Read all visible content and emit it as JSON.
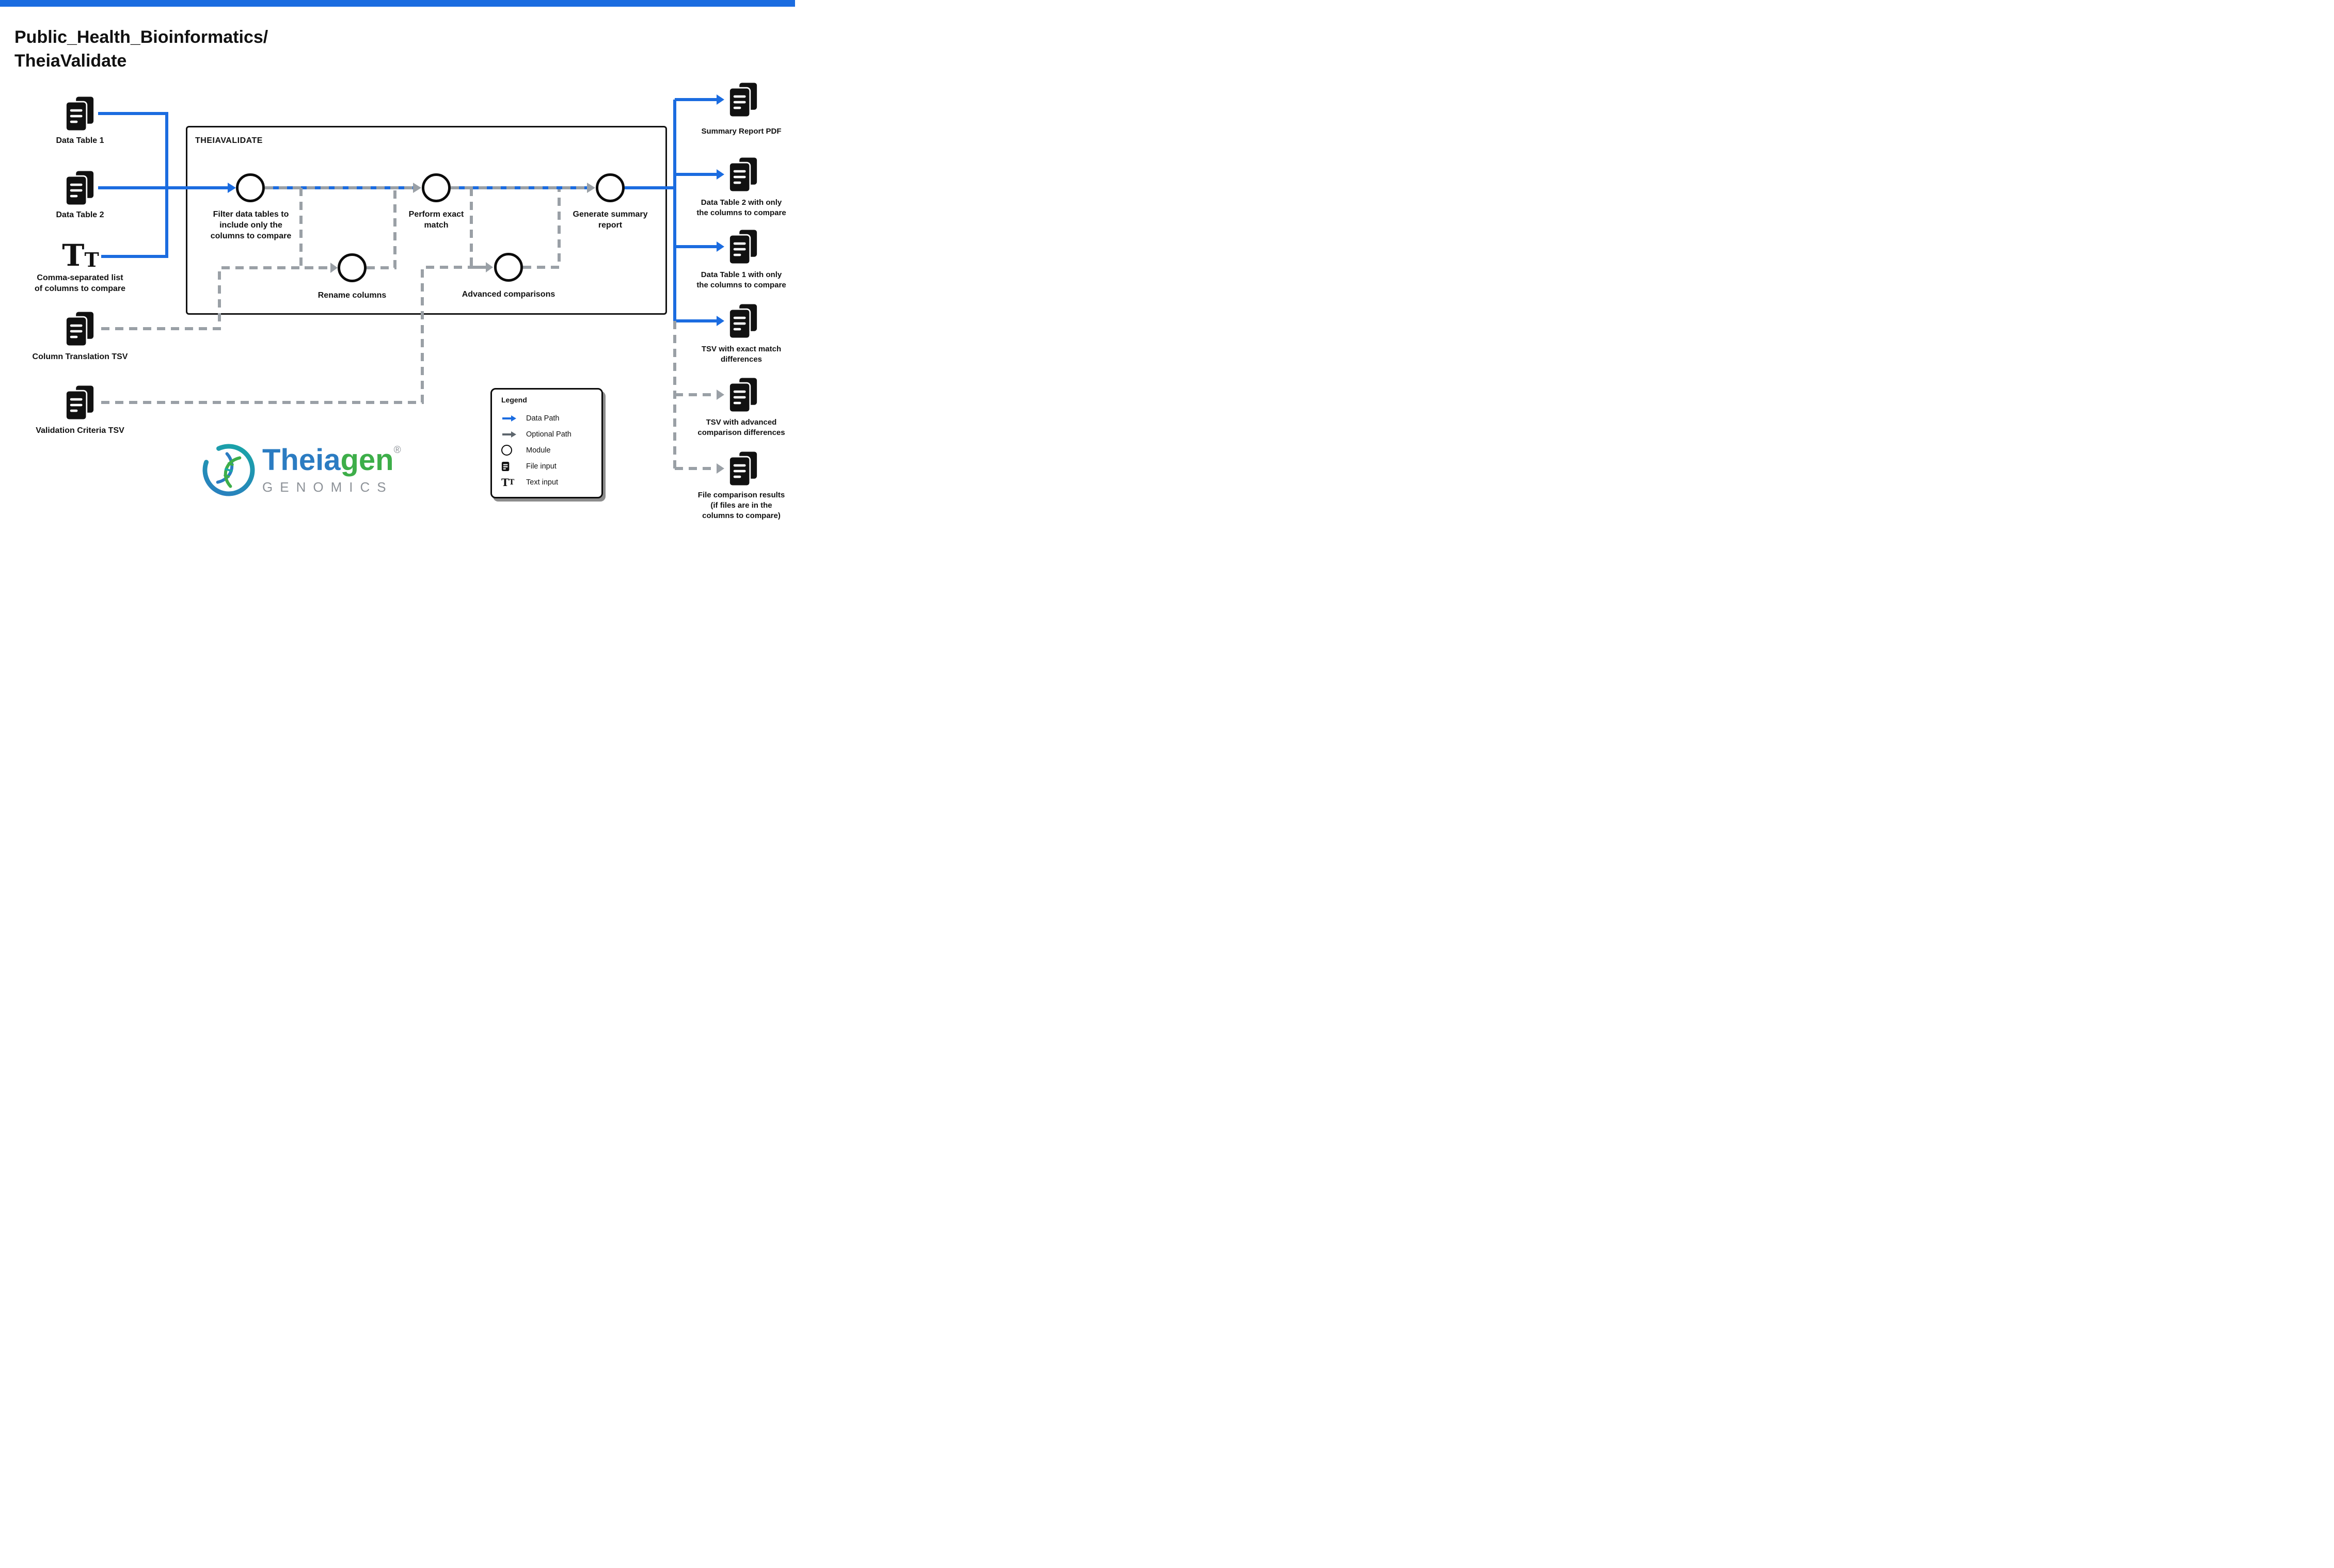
{
  "header": {
    "title": "Public_Health_Bioinformatics/\nTheiaValidate"
  },
  "workflow": {
    "box_label": "THEIAVALIDATE"
  },
  "inputs": [
    {
      "label": "Data Table 1"
    },
    {
      "label": "Data Table 2"
    },
    {
      "label": "Comma-separated list\nof columns to compare"
    },
    {
      "label": "Column Translation TSV"
    },
    {
      "label": "Validation Criteria TSV"
    }
  ],
  "modules": [
    {
      "label": "Filter data tables to\ninclude only the\ncolumns to compare"
    },
    {
      "label": "Rename columns"
    },
    {
      "label": "Perform exact\nmatch"
    },
    {
      "label": "Advanced comparisons"
    },
    {
      "label": "Generate summary\nreport"
    }
  ],
  "outputs": [
    {
      "label": "Summary Report PDF"
    },
    {
      "label": "Data Table 2 with only\nthe columns to compare"
    },
    {
      "label": "Data Table 1 with only\nthe columns to compare"
    },
    {
      "label": "TSV with exact match\ndifferences"
    },
    {
      "label": "TSV with advanced\ncomparison differences"
    },
    {
      "label": "File comparison results\n(if files are in the\ncolumns to compare)"
    }
  ],
  "legend": {
    "title": "Legend",
    "items": [
      {
        "label": "Data Path"
      },
      {
        "label": "Optional Path"
      },
      {
        "label": "Module"
      },
      {
        "label": "File input"
      },
      {
        "label": "Text input"
      }
    ]
  },
  "logo": {
    "brand_primary": "Theia",
    "brand_secondary": "gen",
    "registered": "®",
    "subtitle": "GENOMICS"
  },
  "glyphs": {
    "t_large": "T",
    "t_small": "T"
  },
  "colors": {
    "data_path": "#1b6ce0",
    "optional_path": "#9aa0a6",
    "ink": "#111111",
    "brand_blue": "#2b7cc2",
    "brand_green": "#3dae49"
  }
}
